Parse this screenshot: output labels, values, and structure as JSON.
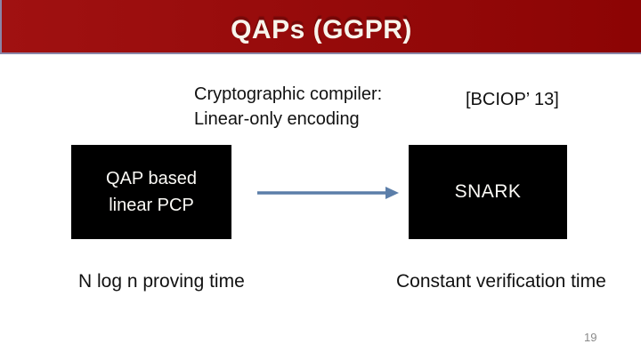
{
  "slide": {
    "title": "QAPs (GGPR)",
    "compiler": {
      "line1": "Cryptographic compiler:",
      "line2": "Linear-only encoding"
    },
    "citation": "[BCIOP’ 13]",
    "diagram": {
      "left_box": {
        "line1": "QAP based",
        "line2": "linear PCP"
      },
      "right_box": {
        "label": "SNARK"
      },
      "arrow": "left-box to right-box"
    },
    "captions": {
      "left": "N log n proving time",
      "right": "Constant verification time"
    },
    "page_number": "19",
    "colors": {
      "header_red_left": "#A01111",
      "header_red_right": "#8C0404",
      "header_border": "#8B87A8",
      "arrow_blue": "#5B7EA9",
      "box_black": "#000000",
      "title_text": "#F8F5EC"
    }
  }
}
